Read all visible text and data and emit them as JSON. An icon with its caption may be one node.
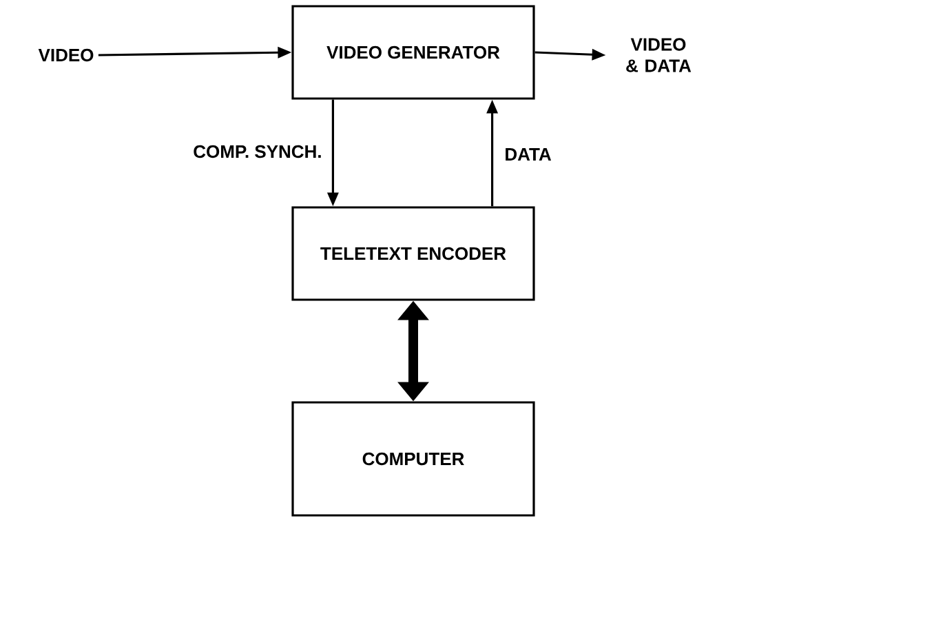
{
  "diagram": {
    "nodes": [
      {
        "text": [
          "VIDEO"
        ]
      },
      {
        "text": [
          "VIDEO GENERATOR"
        ]
      },
      {
        "text": [
          "VIDEO & DATA"
        ]
      },
      {
        "text": [
          "TELETEXT ENCODER"
        ]
      },
      {
        "text": [
          "COMPUTER"
        ]
      }
    ],
    "edges": [
      {
        "from": 0,
        "to": 1,
        "arrow": "to"
      },
      {
        "from": 1,
        "to": 2,
        "arrow": "to"
      },
      {
        "from": 1,
        "to": 3,
        "arrow": "to",
        "label": "COMP. SYNCH."
      },
      {
        "from": 3,
        "to": 1,
        "arrow": "to",
        "label": "DATA"
      },
      {
        "from": 3,
        "to": 4,
        "arrow": "both",
        "style": "thick"
      }
    ]
  }
}
